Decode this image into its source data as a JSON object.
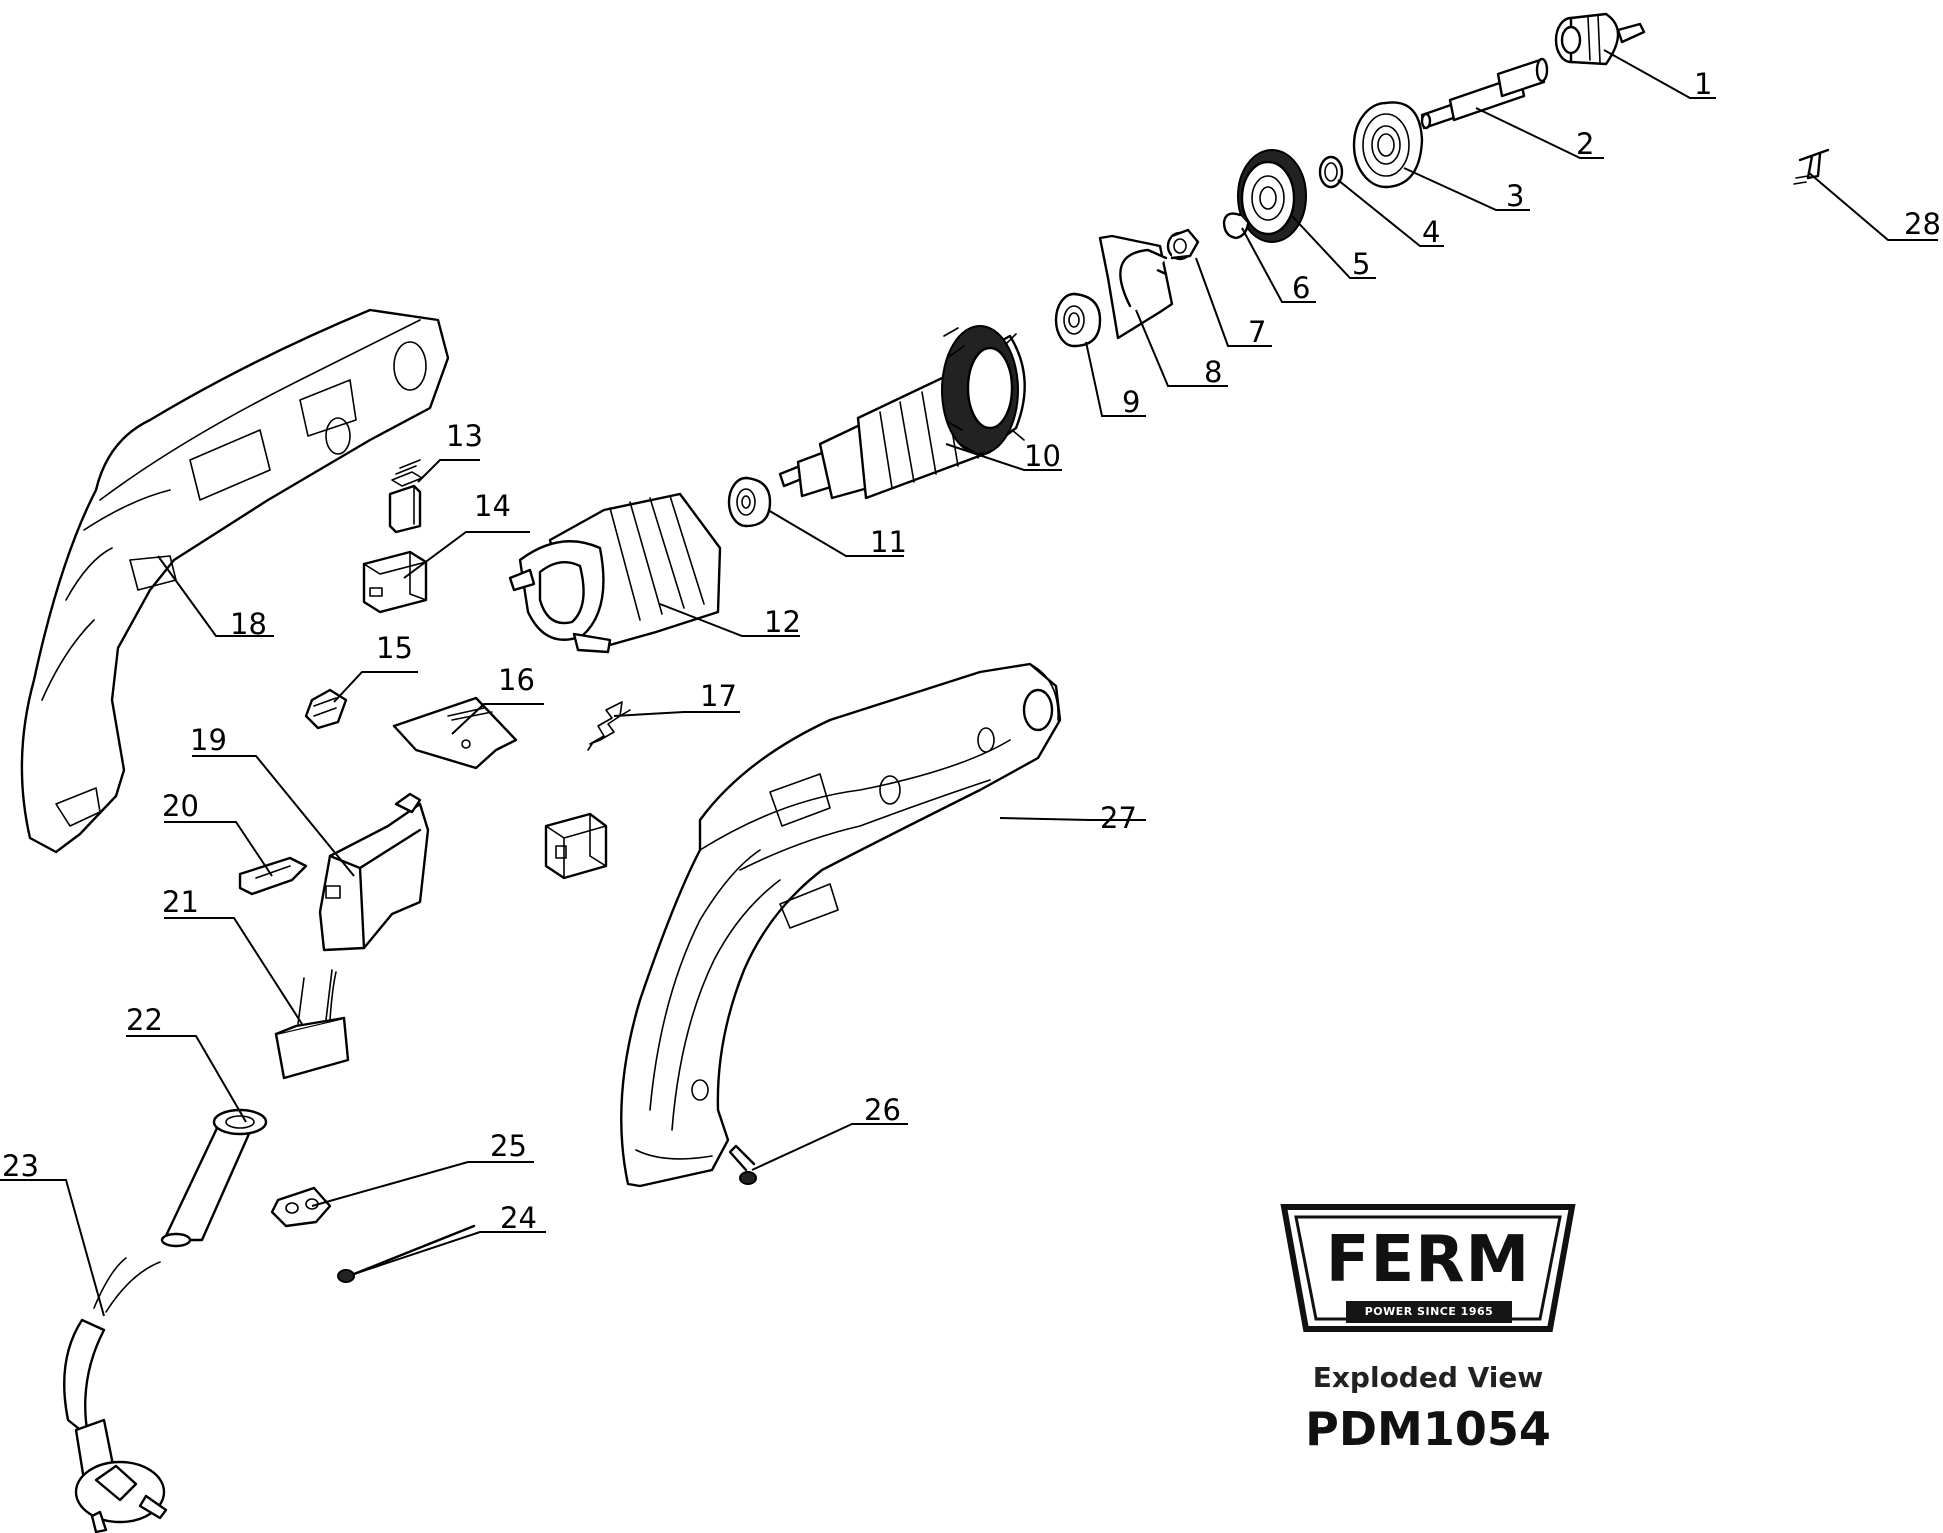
{
  "branding": {
    "logo_word": "FERM",
    "logo_tagline": "POWER SINCE 1965",
    "caption": "Exploded View",
    "model": "PDM1054"
  },
  "callouts": [
    "1",
    "2",
    "3",
    "4",
    "5",
    "6",
    "7",
    "8",
    "9",
    "10",
    "11",
    "12",
    "13",
    "14",
    "15",
    "16",
    "17",
    "18",
    "19",
    "20",
    "21",
    "22",
    "23",
    "24",
    "25",
    "26",
    "27",
    "28"
  ]
}
